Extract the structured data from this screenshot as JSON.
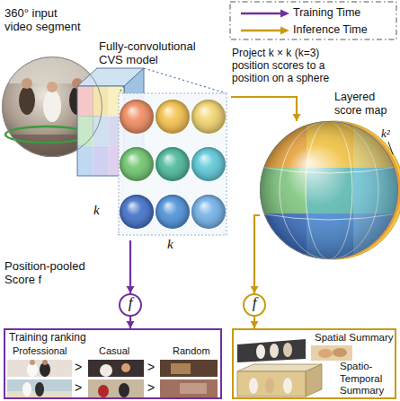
{
  "diagram": {
    "nodes": [
      {
        "text": [
          "360° input video segment"
        ]
      },
      {
        "text": [
          "Fully-convolutional CVS model"
        ]
      },
      {
        "text": [
          "Layered score map"
        ]
      },
      {
        "text": [
          "f"
        ]
      },
      {
        "text": [
          "Training ranking",
          "Professional",
          "Casual",
          "Random"
        ]
      },
      {
        "text": [
          "f"
        ]
      },
      {
        "text": [
          "Spatial Summary",
          "Spatio-Temporal Summary"
        ]
      }
    ],
    "edges": [
      {
        "from": 1,
        "to": 3,
        "arrow": "to"
      },
      {
        "from": 3,
        "to": 4,
        "arrow": "to"
      },
      {
        "from": 1,
        "to": 2,
        "arrow": "to",
        "label": "Project k × k (k=3) position scores to a position on a sphere"
      },
      {
        "from": 2,
        "to": 5,
        "arrow": "to"
      },
      {
        "from": 5,
        "to": 6,
        "arrow": "to"
      }
    ],
    "labels": [
      "k",
      "k",
      "k²",
      "Position-pooled Score f",
      ">",
      ">",
      ">",
      ">"
    ],
    "legend": [
      {
        "text": "Training Time"
      },
      {
        "text": "Inference Time"
      }
    ]
  }
}
